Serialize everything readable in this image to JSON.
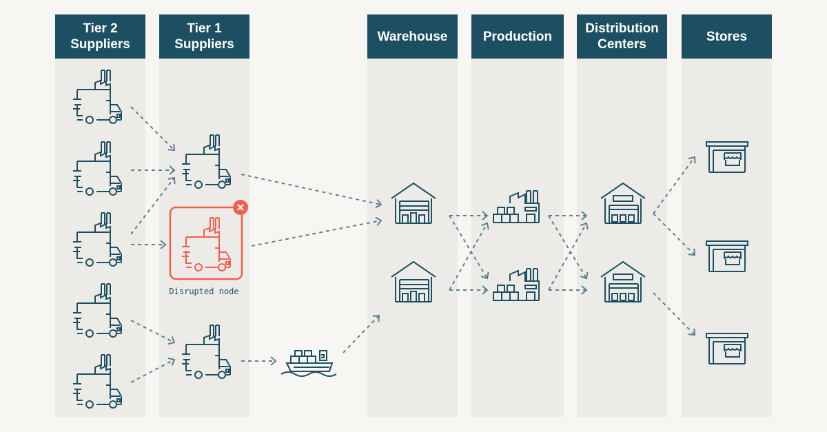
{
  "columns": [
    {
      "id": "tier2",
      "label": "Tier 2\nSuppliers"
    },
    {
      "id": "tier1",
      "label": "Tier 1\nSuppliers"
    },
    {
      "id": "warehouse",
      "label": "Warehouse"
    },
    {
      "id": "production",
      "label": "Production"
    },
    {
      "id": "dc",
      "label": "Distribution\nCenters"
    },
    {
      "id": "stores",
      "label": "Stores"
    }
  ],
  "disrupted_label": "Disrupted node",
  "colors": {
    "header": "#1c4f62",
    "icon": "#1c4f62",
    "arrow": "#5b8090",
    "disrupted": "#f0604b",
    "column_bg": "#edebe7",
    "page_bg": "#f7f6f3"
  },
  "nodes": {
    "tier2": [
      "supplier-truck-factory",
      "supplier-truck-factory",
      "supplier-truck-factory",
      "supplier-truck-factory",
      "supplier-truck-factory"
    ],
    "tier1": [
      "supplier-truck-factory",
      "supplier-truck-factory (disrupted)",
      "supplier-truck-factory"
    ],
    "transit": [
      "cargo-ship"
    ],
    "warehouse": [
      "warehouse",
      "warehouse"
    ],
    "production": [
      "factory",
      "factory"
    ],
    "dc": [
      "distribution-center",
      "distribution-center"
    ],
    "stores": [
      "store",
      "store",
      "store"
    ]
  }
}
